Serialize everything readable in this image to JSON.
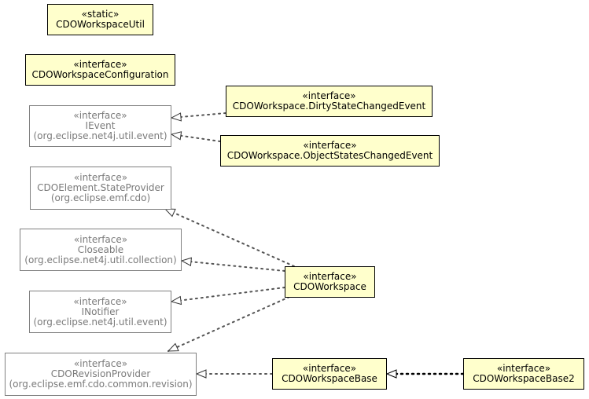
{
  "diagram": {
    "nodes": [
      {
        "id": "workspace-util",
        "stereotype": "«static»",
        "name": "CDOWorkspaceUtil",
        "package": ""
      },
      {
        "id": "workspace-configuration",
        "stereotype": "«interface»",
        "name": "CDOWorkspaceConfiguration",
        "package": ""
      },
      {
        "id": "ievent",
        "stereotype": "«interface»",
        "name": "IEvent",
        "package": "(org.eclipse.net4j.util.event)"
      },
      {
        "id": "dirty-state-changed-event",
        "stereotype": "«interface»",
        "name": "CDOWorkspace.DirtyStateChangedEvent",
        "package": ""
      },
      {
        "id": "object-states-changed-event",
        "stereotype": "«interface»",
        "name": "CDOWorkspace.ObjectStatesChangedEvent",
        "package": ""
      },
      {
        "id": "state-provider",
        "stereotype": "«interface»",
        "name": "CDOElement.StateProvider",
        "package": "(org.eclipse.emf.cdo)"
      },
      {
        "id": "closeable",
        "stereotype": "«interface»",
        "name": "Closeable",
        "package": "(org.eclipse.net4j.util.collection)"
      },
      {
        "id": "cdo-workspace",
        "stereotype": "«interface»",
        "name": "CDOWorkspace",
        "package": ""
      },
      {
        "id": "inotifier",
        "stereotype": "«interface»",
        "name": "INotifier",
        "package": "(org.eclipse.net4j.util.event)"
      },
      {
        "id": "revision-provider",
        "stereotype": "«interface»",
        "name": "CDORevisionProvider",
        "package": "(org.eclipse.emf.cdo.common.revision)"
      },
      {
        "id": "workspace-base",
        "stereotype": "«interface»",
        "name": "CDOWorkspaceBase",
        "package": ""
      },
      {
        "id": "workspace-base2",
        "stereotype": "«interface»",
        "name": "CDOWorkspaceBase2",
        "package": ""
      }
    ],
    "edges": [
      {
        "from": "dirty-state-changed-event",
        "to": "ievent",
        "kind": "realization"
      },
      {
        "from": "object-states-changed-event",
        "to": "ievent",
        "kind": "realization"
      },
      {
        "from": "cdo-workspace",
        "to": "state-provider",
        "kind": "realization"
      },
      {
        "from": "cdo-workspace",
        "to": "closeable",
        "kind": "realization"
      },
      {
        "from": "cdo-workspace",
        "to": "inotifier",
        "kind": "realization"
      },
      {
        "from": "cdo-workspace",
        "to": "revision-provider",
        "kind": "realization"
      },
      {
        "from": "workspace-base",
        "to": "revision-provider",
        "kind": "realization"
      },
      {
        "from": "workspace-base2",
        "to": "workspace-base",
        "kind": "realization"
      }
    ],
    "colors": {
      "highlight_fill": "#ffffcc",
      "highlight_border": "#000000",
      "external_border": "#808080",
      "external_text": "#7a7a7a",
      "edge_light": "#555555",
      "edge_dark": "#000000"
    }
  }
}
